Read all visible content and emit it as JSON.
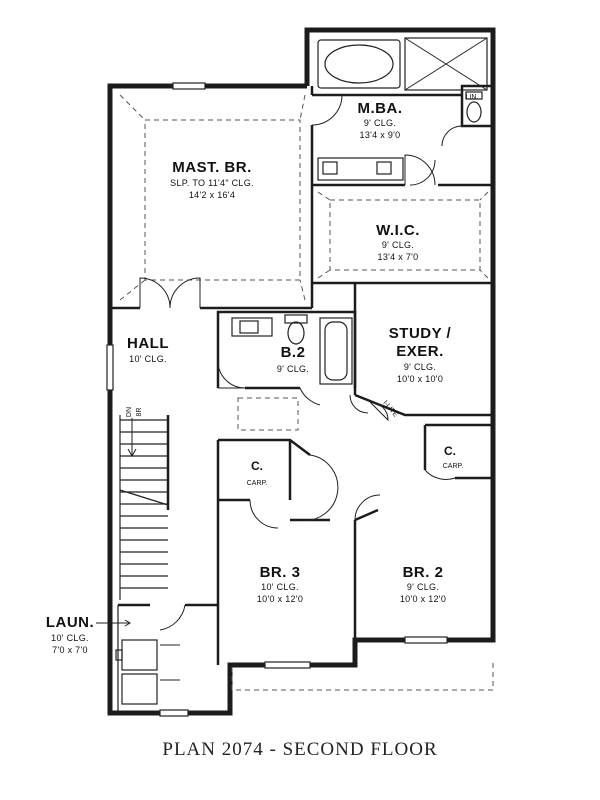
{
  "rooms": {
    "master_bedroom": {
      "name": "MAST. BR.",
      "ceiling": "SLP. TO 11'4\" CLG.",
      "size": "14'2 x 16'4"
    },
    "master_bath": {
      "name": "M.BA.",
      "ceiling": "9' CLG.",
      "size": "13'4 x 9'0"
    },
    "linen": {
      "name": "LIN."
    },
    "walk_in_closet": {
      "name": "W.I.C.",
      "ceiling": "9' CLG.",
      "size": "13'4 x 7'0"
    },
    "hall": {
      "name": "HALL",
      "ceiling": "10' CLG."
    },
    "bath_2": {
      "name": "B.2",
      "ceiling": "9' CLG."
    },
    "study": {
      "name_line1": "STUDY /",
      "name_line2": "EXER.",
      "ceiling": "9' CLG.",
      "size": "10'0 x 10'0"
    },
    "study_door_note": "I-LITE",
    "closet_left": {
      "name": "C.",
      "type": "CARP."
    },
    "closet_right": {
      "name": "C.",
      "type": "CARP."
    },
    "bedroom_3": {
      "name": "BR. 3",
      "ceiling": "10' CLG.",
      "size": "10'0 x 12'0"
    },
    "bedroom_2": {
      "name": "BR. 2",
      "ceiling": "9' CLG.",
      "size": "10'0 x 12'0"
    },
    "laundry": {
      "name": "LAUN.",
      "ceiling": "10' CLG.",
      "size": "7'0 x 7'0"
    },
    "stair_label": "DN",
    "stair_label_2": "8R"
  },
  "caption": "PLAN 2074 - SECOND FLOOR"
}
